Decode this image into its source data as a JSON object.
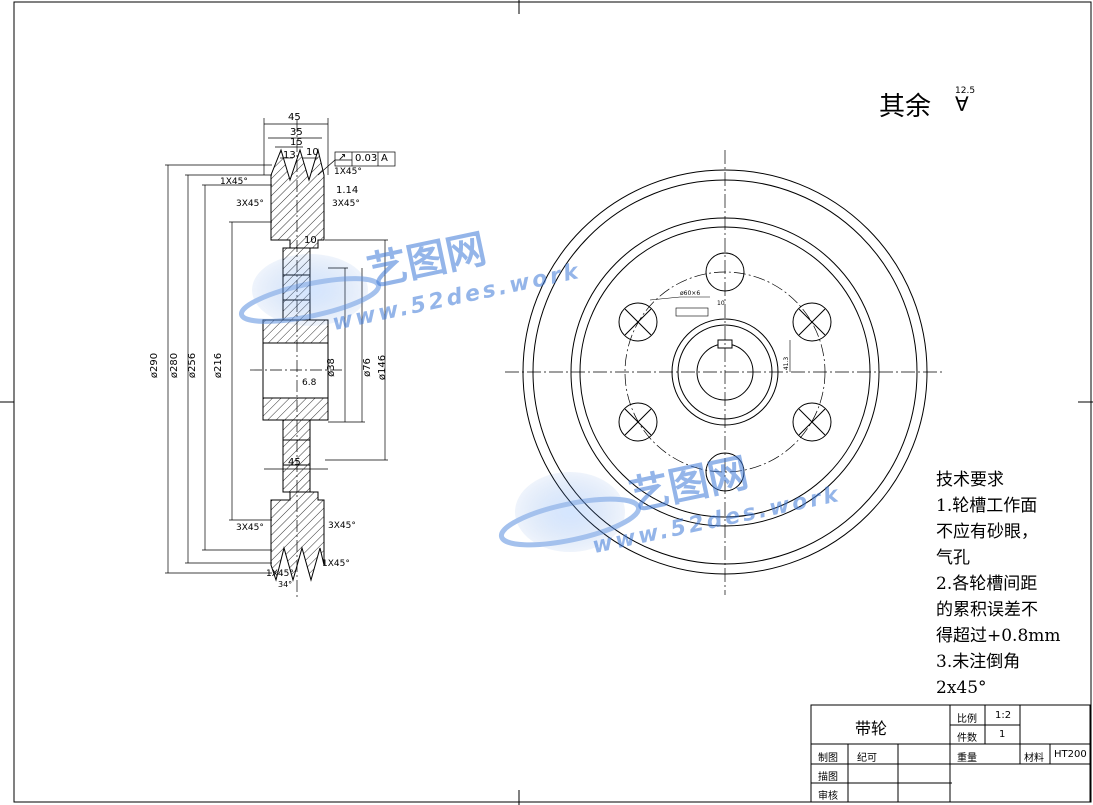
{
  "roughness": {
    "prefix": "其余",
    "value": "12.5"
  },
  "watermark": {
    "brand": "艺图网",
    "url": "www.52des.work"
  },
  "section_dims": {
    "top_widths": [
      "45",
      "35",
      "15",
      "13",
      "10"
    ],
    "tolerance_frame": {
      "symbol": "↗",
      "value": "0.03",
      "datum": "A"
    },
    "chamfers": [
      "1X45°",
      "1X45°",
      "3X45°",
      "3X45°",
      "3X45°",
      "3X45°",
      "1X45°",
      "1X45°"
    ],
    "misc": [
      "1.14",
      "10",
      "45",
      "6.8",
      "34°"
    ],
    "diameters": [
      "ø290",
      "ø280",
      "ø256",
      "ø216",
      "ø38",
      "ø76",
      "ø146"
    ]
  },
  "front_view": {
    "hole_label": "ø60×6",
    "key_label": "10",
    "bore_label": "41.3"
  },
  "tech_req": {
    "title": "技术要求",
    "lines": [
      "1.轮槽工作面",
      "不应有砂眼，",
      "气孔",
      "2.各轮槽间距",
      "的累积误差不",
      "得超过+0.8mm",
      "3.未注倒角",
      "2x45°"
    ]
  },
  "title_block": {
    "part_name": "带轮",
    "scale_label": "比例",
    "scale_value": "1:2",
    "qty_label": "件数",
    "qty_value": "1",
    "drawn_label": "制图",
    "drawn_name": "纪可",
    "traced_label": "描图",
    "checked_label": "审核",
    "weight_label": "重量",
    "material_label": "材料",
    "material_value": "HT200"
  }
}
